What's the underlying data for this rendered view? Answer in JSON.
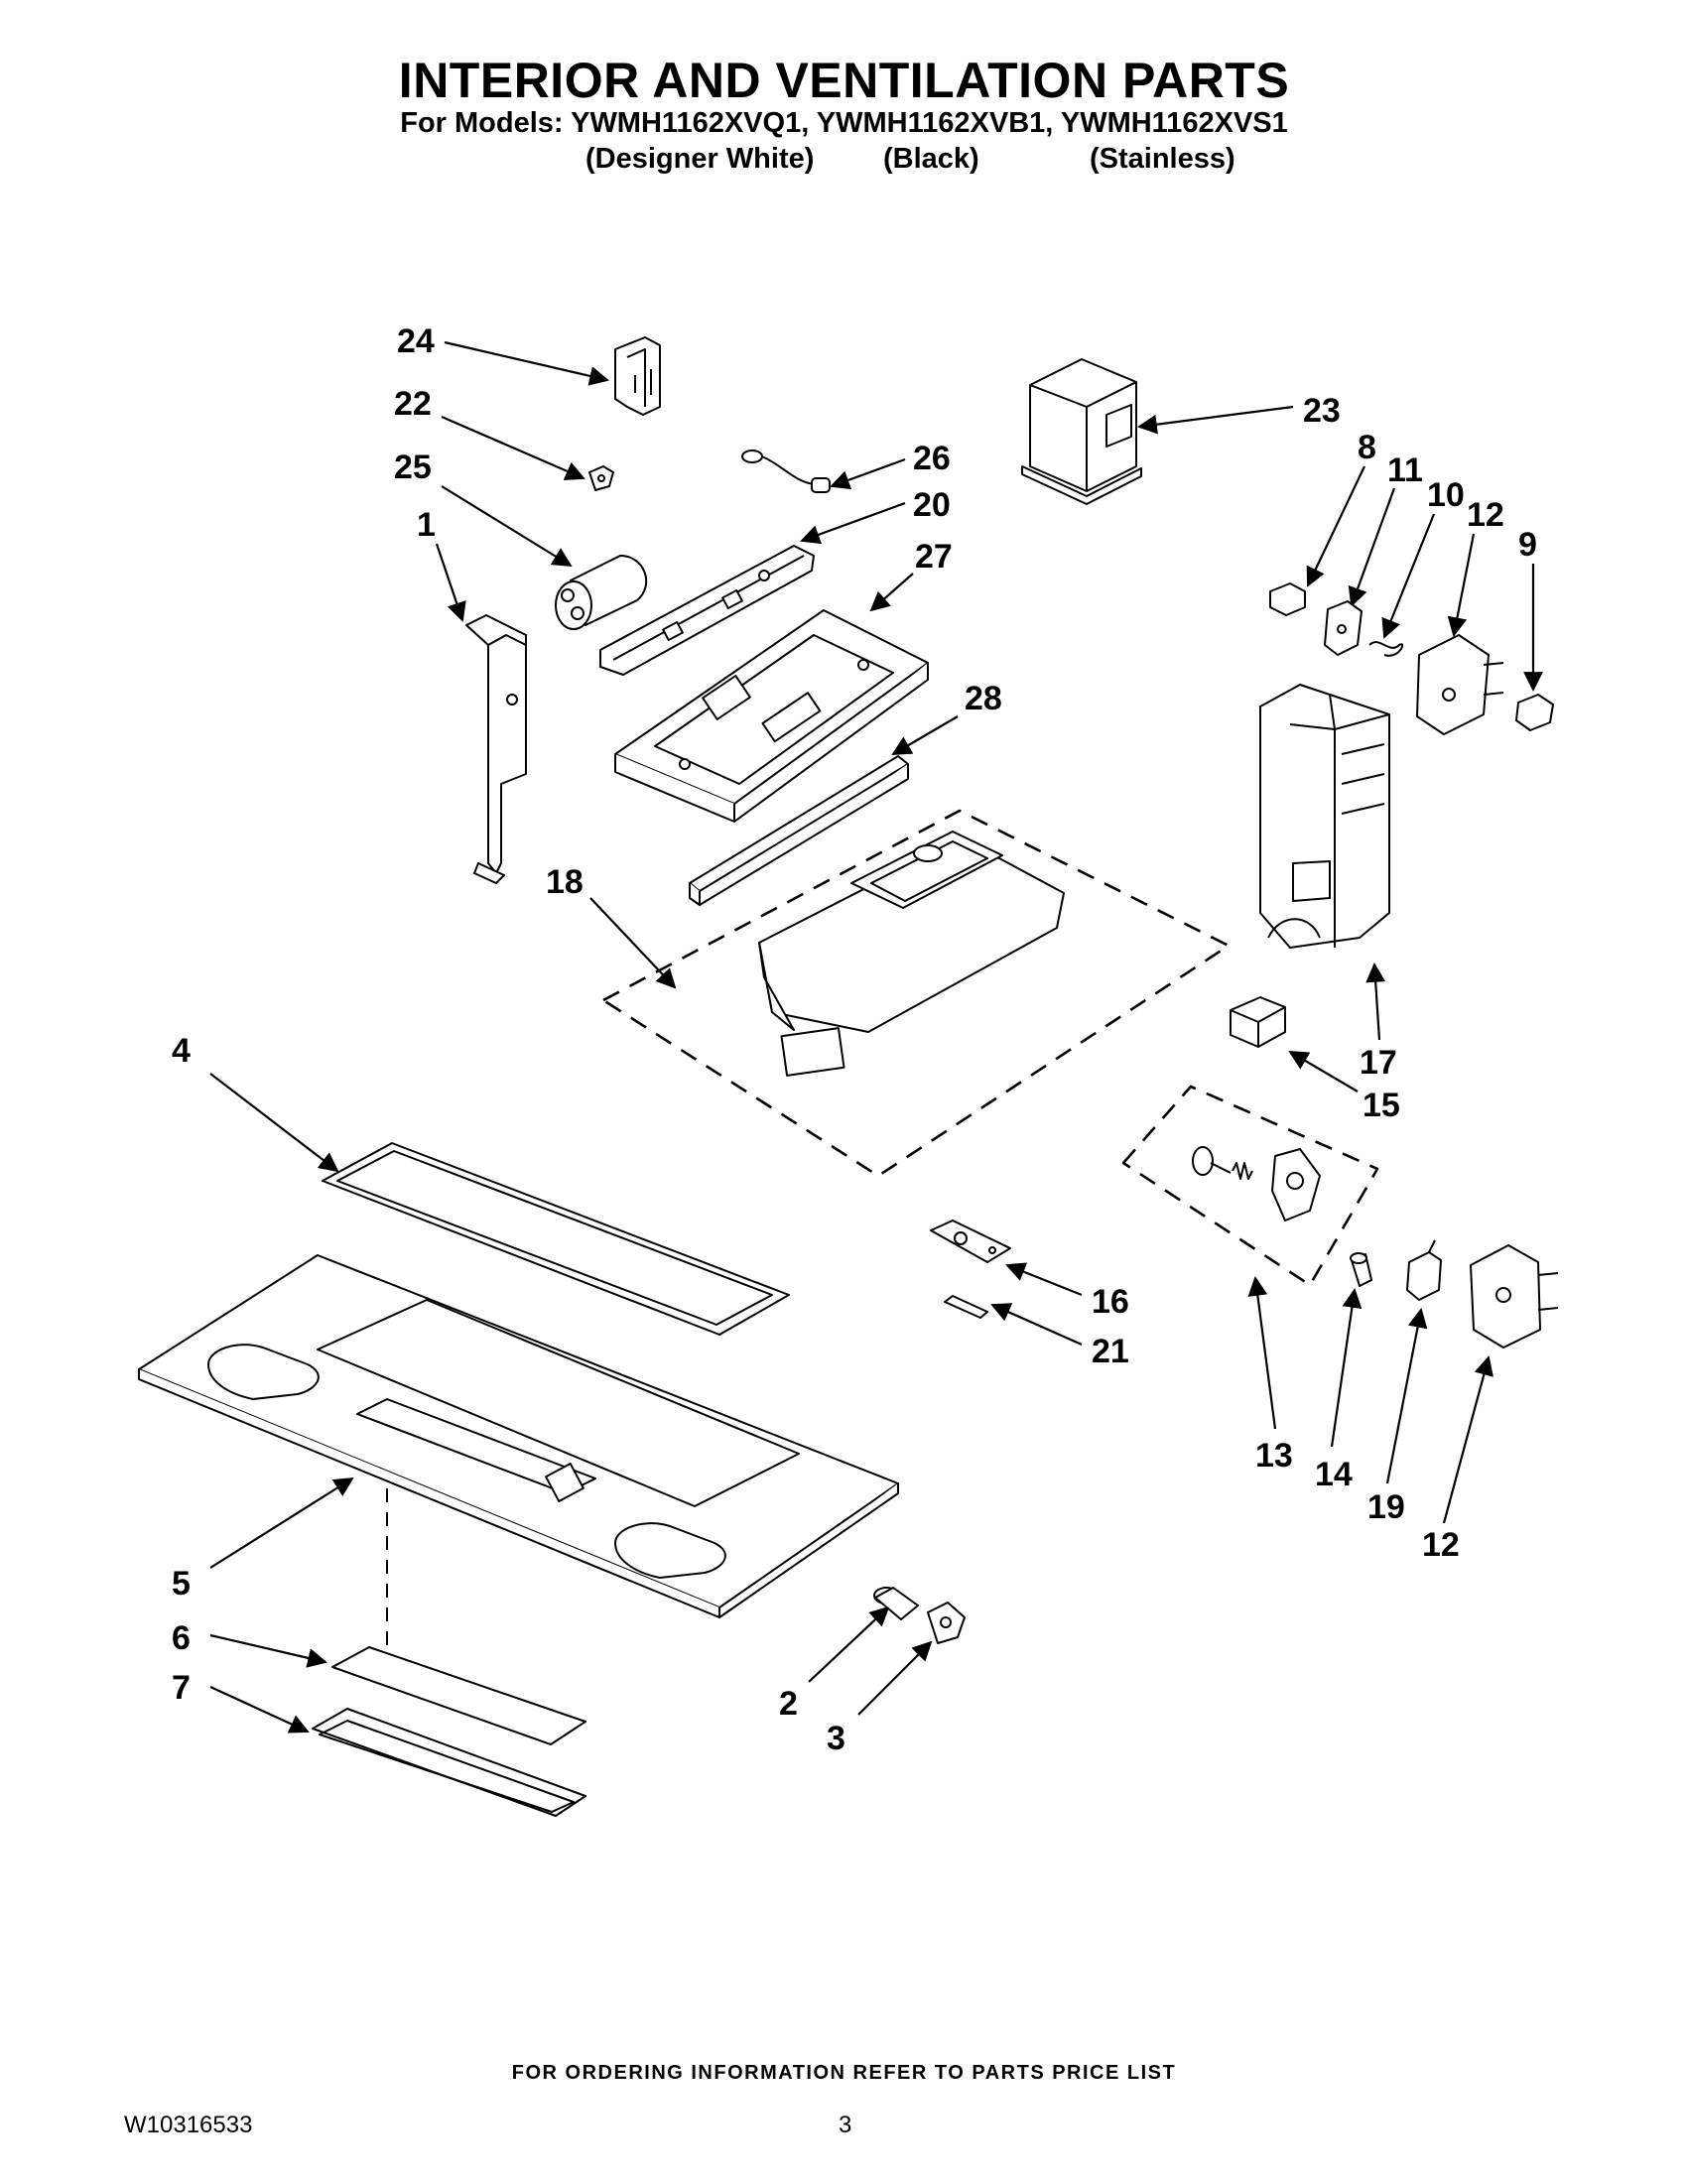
{
  "header": {
    "title": "INTERIOR AND VENTILATION PARTS",
    "models_line": "For Models: YWMH1162XVQ1, YWMH1162XVB1, YWMH1162XVS1",
    "variants": [
      "(Designer White)",
      "(Black)",
      "(Stainless)"
    ]
  },
  "callouts": {
    "c24": "24",
    "c22": "22",
    "c25": "25",
    "c1": "1",
    "c26": "26",
    "c20": "20",
    "c27": "27",
    "c28": "28",
    "c23": "23",
    "c8": "8",
    "c11": "11",
    "c10": "10",
    "c12a": "12",
    "c9": "9",
    "c18": "18",
    "c17": "17",
    "c15": "15",
    "c4": "4",
    "c16": "16",
    "c21": "21",
    "c13": "13",
    "c14": "14",
    "c19": "19",
    "c12b": "12",
    "c5": "5",
    "c6": "6",
    "c7": "7",
    "c2": "2",
    "c3": "3"
  },
  "footer": {
    "ordering_note": "FOR ORDERING INFORMATION REFER TO PARTS PRICE LIST",
    "doc_number": "W10316533",
    "page_number": "3"
  }
}
